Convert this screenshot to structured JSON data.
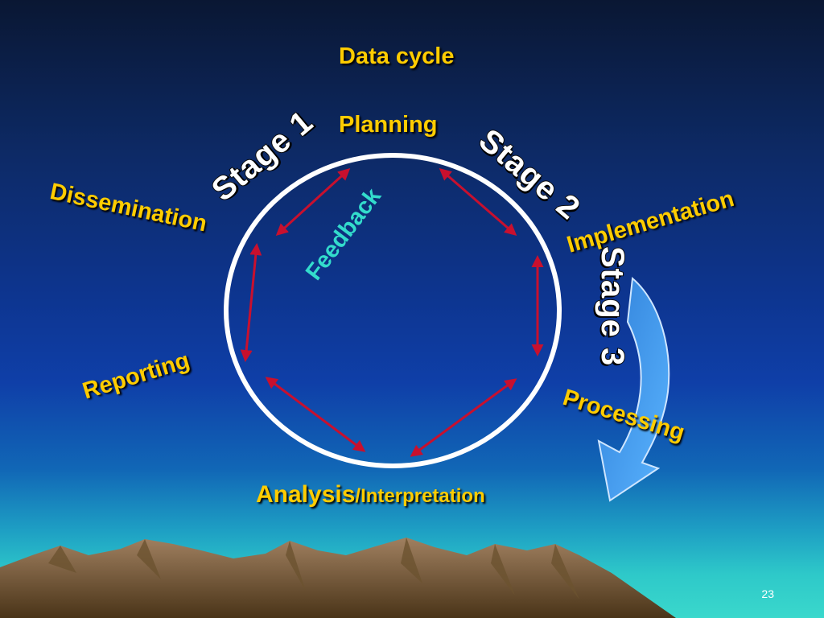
{
  "slide": {
    "title": "Data cycle",
    "page_number": "23",
    "stages": [
      "Stage 1",
      "Stage 2",
      "Stage 3"
    ],
    "feedback": "Feedback",
    "steps": {
      "planning": "Planning",
      "implementation": "Implementation",
      "processing": "Processing",
      "analysis": "Analysis",
      "interpretation": "/Interpretation",
      "reporting": "Reporting",
      "dissemination": "Dissemination"
    },
    "colors": {
      "label": "#ffcc00",
      "feedback": "#33dccc",
      "arrow": "#c8102e",
      "circle": "#ffffff",
      "curved_arrow": "#4aa0f0"
    }
  }
}
